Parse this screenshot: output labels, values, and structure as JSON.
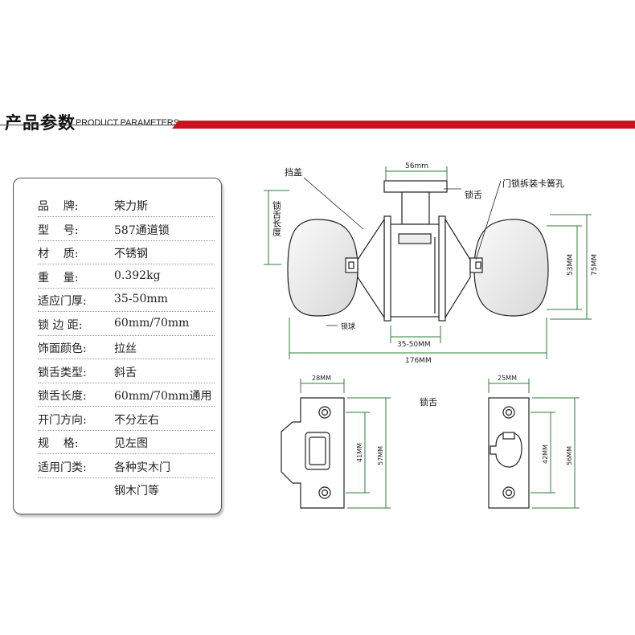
{
  "header": {
    "title": "产品参数",
    "subtitle": "PRODUCT PARAMETERS",
    "accent_color": "#c8141e"
  },
  "specs": [
    {
      "label": "品    牌:",
      "value": "荣力斯"
    },
    {
      "label": "型    号:",
      "value": "587通道锁"
    },
    {
      "label": "材    质:",
      "value": "不锈钢"
    },
    {
      "label": "重    量:",
      "value": "0.392kg"
    },
    {
      "label": "适应门厚:",
      "value": "35-50mm"
    },
    {
      "label": "锁 边 距:",
      "value": "60mm/70mm"
    },
    {
      "label": "饰面颜色:",
      "value": "拉丝"
    },
    {
      "label": "锁舌类型:",
      "value": "斜舌"
    },
    {
      "label": "锁舌长度:",
      "value": "60mm/70mm通用"
    },
    {
      "label": "开门方向:",
      "value": "不分左右"
    },
    {
      "label": "规    格:",
      "value": "见左图"
    },
    {
      "label": "适用门类:",
      "value": "各种实木门"
    },
    {
      "label": "",
      "value": "钢木门等"
    }
  ],
  "diagram": {
    "labels": {
      "cover": "挡盖",
      "latch_length": "锁舌长度",
      "latch": "锁舌",
      "spring_hole": "门锁拆装卡簧孔",
      "knob": "锁球",
      "latch_bottom": "锁舌"
    },
    "dims": {
      "top_width": "56mm",
      "door_thickness": "35-50MM",
      "total_width": "176MM",
      "rose_inner": "53MM",
      "rose_outer": "75MM",
      "plate1_width": "28MM",
      "plate1_inner": "41MM",
      "plate1_outer": "57MM",
      "plate2_width": "25MM",
      "plate2_inner": "42MM",
      "plate2_outer": "56MM"
    },
    "dim_color": "#2e7d32"
  }
}
